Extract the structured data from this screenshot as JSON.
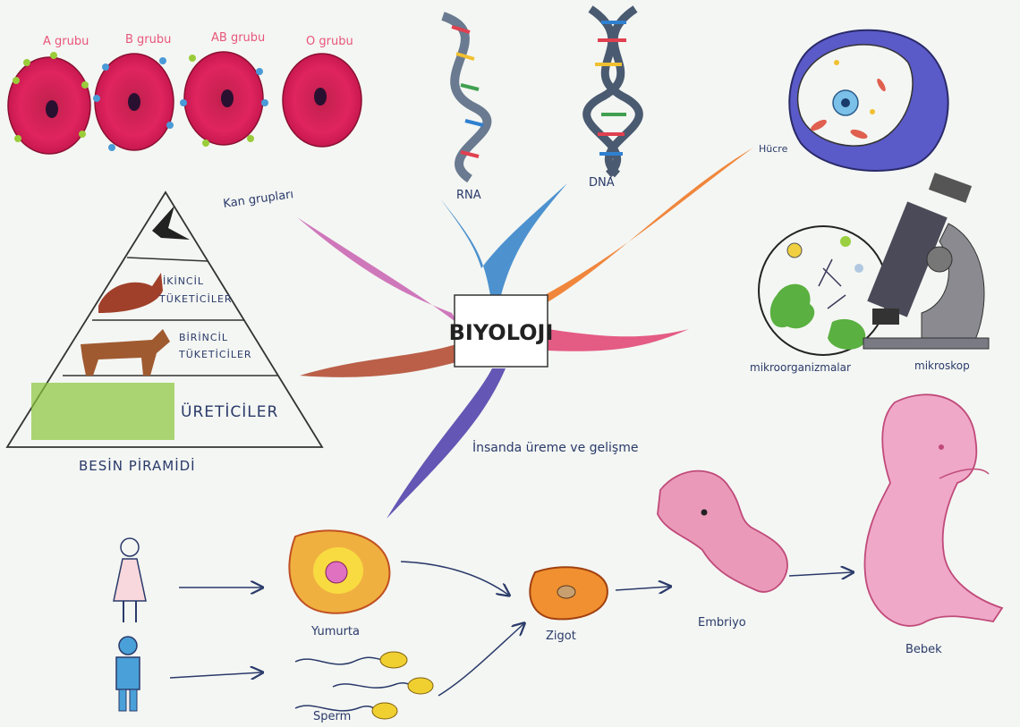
{
  "center": {
    "title": "BIYOLOJI"
  },
  "blood_groups": {
    "label": "Kan grupları",
    "groups": [
      "A grubu",
      "B grubu",
      "AB grubu",
      "O grubu"
    ]
  },
  "nucleic_acids": {
    "rna": "RNA",
    "dna": "DNA"
  },
  "cell": {
    "label": "Hücre"
  },
  "microscope": {
    "micro_label": "mikroorganizmalar",
    "scope_label": "mikroskop"
  },
  "pyramid": {
    "title": "BESİN PİRAMİDİ",
    "levels": [
      {
        "line1": "İKİNCİL",
        "line2": "TÜKETİCİLER"
      },
      {
        "line1": "BİRİNCİL",
        "line2": "TÜKETİCİLER"
      },
      {
        "line1": "ÜRETİCİLER",
        "line2": ""
      }
    ]
  },
  "development": {
    "title": "İnsanda üreme ve gelişme",
    "stages": {
      "egg": "Yumurta",
      "sperm": "Sperm",
      "zygote": "Zigot",
      "embryo": "Embriyo",
      "baby": "Bebek"
    }
  },
  "colors": {
    "paper": "#f4f6f3",
    "ink": "#2a3a6a",
    "rbc": "#e0245e",
    "branch_pink": "#c860b0",
    "branch_blue": "#2f7fc8",
    "branch_orange": "#f07a28",
    "branch_red": "#e04070",
    "branch_brown": "#b0442a",
    "branch_purple": "#4a3aa8"
  }
}
